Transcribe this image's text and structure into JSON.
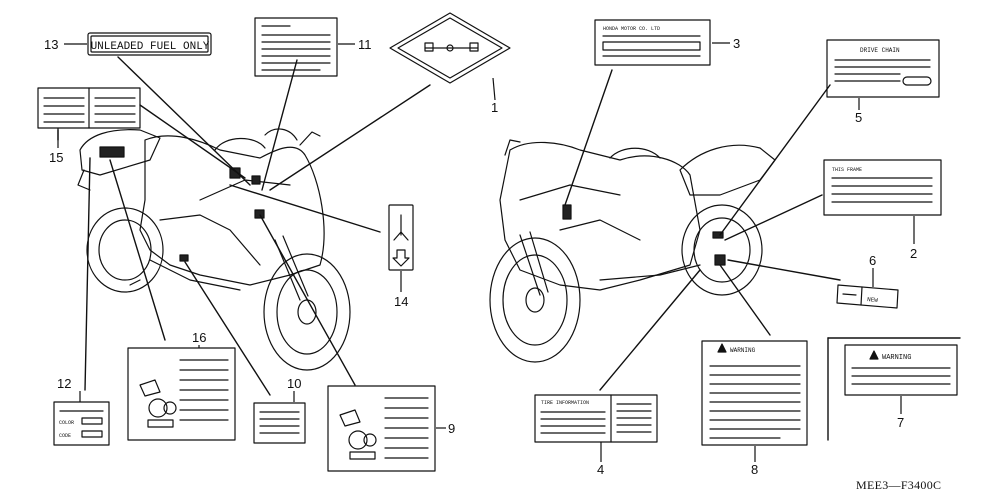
{
  "parts": [
    {
      "number": "1"
    },
    {
      "number": "2"
    },
    {
      "number": "3"
    },
    {
      "number": "4"
    },
    {
      "number": "5"
    },
    {
      "number": "6"
    },
    {
      "number": "7"
    },
    {
      "number": "8"
    },
    {
      "number": "9"
    },
    {
      "number": "10"
    },
    {
      "number": "11"
    },
    {
      "number": "12"
    },
    {
      "number": "13"
    },
    {
      "number": "14"
    },
    {
      "number": "15"
    },
    {
      "number": "16"
    }
  ],
  "labels": {
    "unleaded_fuel": "UNLEADED FUEL ONLY",
    "drive_chain": "DRIVE CHAIN",
    "warning_8": "WARNING",
    "warning_7": "WARNING",
    "tire_information": "TIRE INFORMATION",
    "color": "COLOR",
    "code": "CODE",
    "new": "NEW",
    "this_frame": "THIS FRAME",
    "honda_motor": "HONDA MOTOR CO. LTD"
  },
  "diagram_code": "MEE3—F3400C"
}
